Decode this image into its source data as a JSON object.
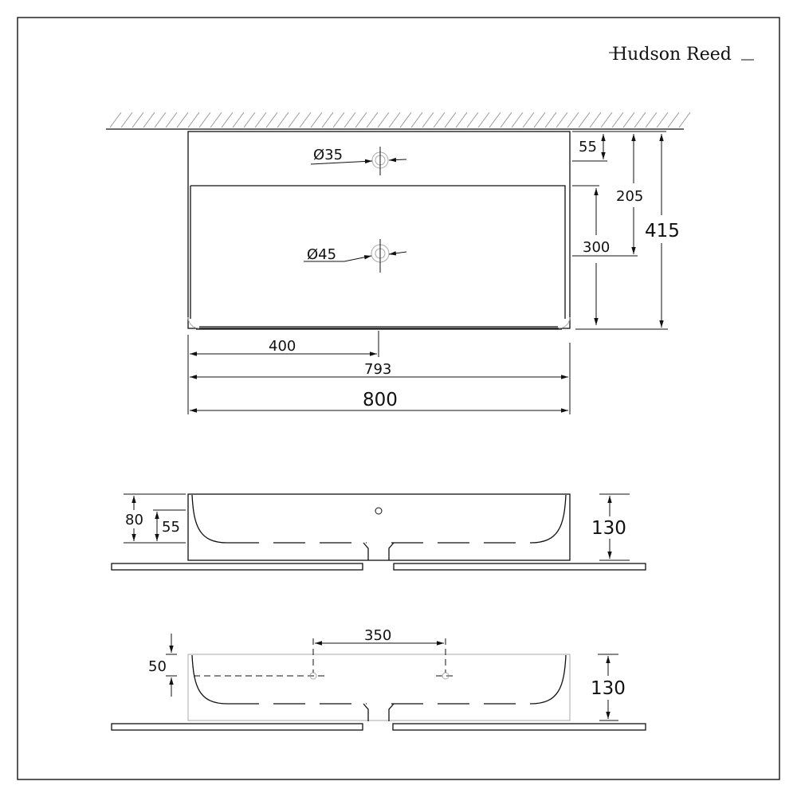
{
  "brand": {
    "name": "Hudson Reed"
  },
  "plan_view": {
    "tap_hole": "Ø35",
    "waste_hole": "Ø45",
    "dim_tap_from_wall": "55",
    "dim_waste_from_wall": "205",
    "dim_bowl_depth": "300",
    "dim_total_depth": "415",
    "dim_waste_center": "400",
    "dim_bowl_width": "793",
    "dim_total_width": "800"
  },
  "front_view": {
    "dim_overflow_top": "80",
    "dim_overflow_bottom": "55",
    "dim_height": "130"
  },
  "rear_view": {
    "dim_hole_spacing": "350",
    "dim_hole_height": "50",
    "dim_height": "130"
  }
}
